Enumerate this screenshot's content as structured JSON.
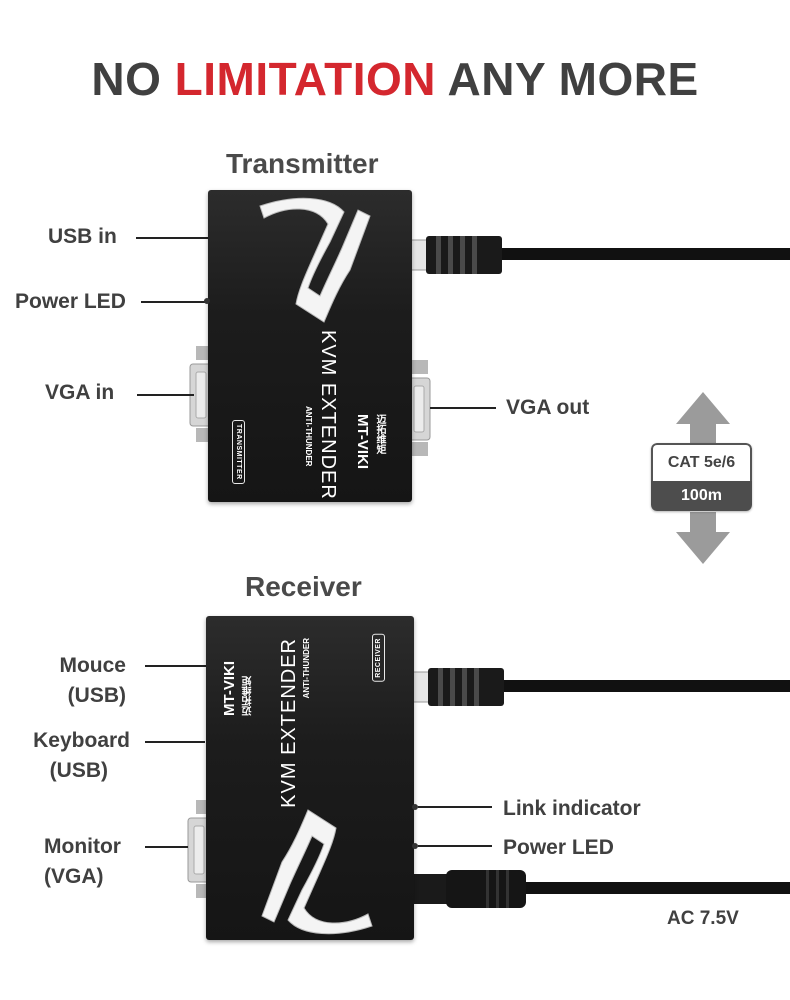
{
  "headline": {
    "part1": "NO ",
    "highlight": "LIMITATION",
    "part2": " ANY MORE"
  },
  "transmitter": {
    "title": "Transmitter",
    "labels": {
      "usb_in": "USB in",
      "power_led": "Power LED",
      "vga_in": "VGA in",
      "vga_out": "VGA out"
    },
    "device": {
      "brand": "MT-VIKI",
      "brand_cn": "迈拓维矩",
      "model": "KVM EXTENDER",
      "sub": "ANTI-THUNDER",
      "badge": "TRANSMITTER"
    }
  },
  "receiver": {
    "title": "Receiver",
    "labels": {
      "mouse": "Mouce",
      "mouse_sub": "(USB)",
      "keyboard": "Keyboard",
      "keyboard_sub": "(USB)",
      "monitor": "Monitor",
      "monitor_sub": "(VGA)",
      "link_indicator": "Link indicator",
      "power_led": "Power LED",
      "ac": "AC 7.5V"
    },
    "device": {
      "brand": "MT-VIKI",
      "brand_cn": "迈拓维矩",
      "model": "KVM EXTENDER",
      "sub": "ANTI-THUNDER",
      "badge": "RECEIVER"
    }
  },
  "cable": {
    "type": "CAT 5e/6",
    "distance": "100m"
  },
  "colors": {
    "accent": "#d4272e",
    "text": "#404040",
    "device": "#1c1c1c"
  }
}
